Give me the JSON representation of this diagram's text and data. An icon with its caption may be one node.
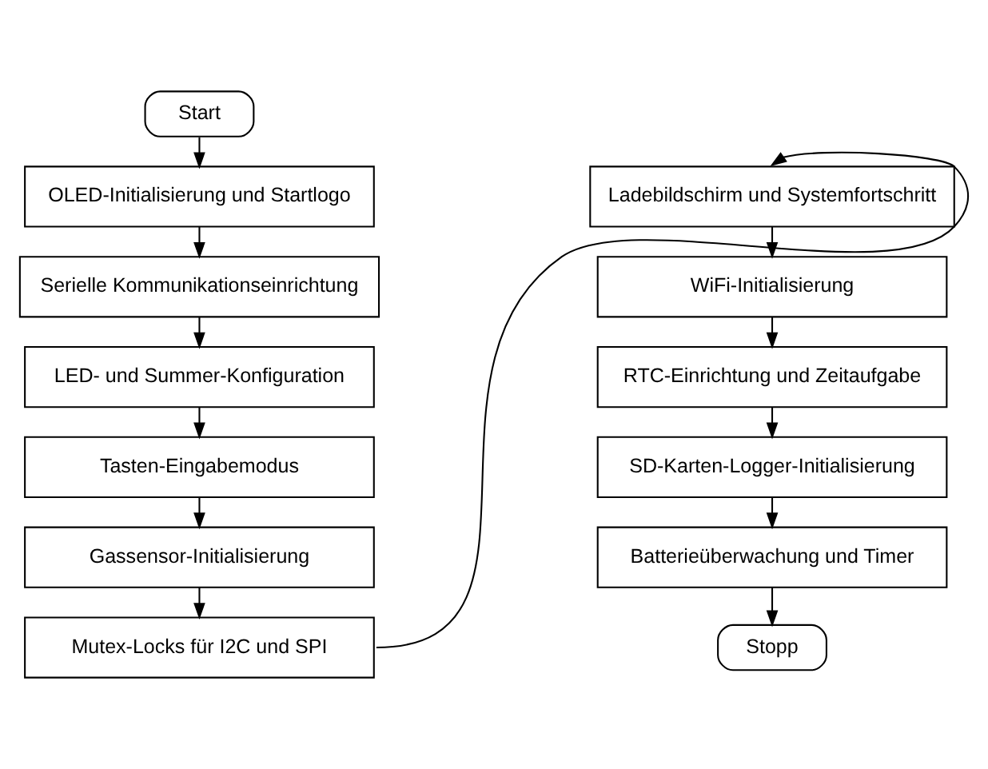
{
  "diagram": {
    "nodes": [
      {
        "text": [
          "Start"
        ]
      },
      {
        "text": [
          "OLED-Initialisierung und Startlogo"
        ]
      },
      {
        "text": [
          "Serielle Kommunikationseinrichtung"
        ]
      },
      {
        "text": [
          "LED- und Summer-Konfiguration"
        ]
      },
      {
        "text": [
          "Tasten-Eingabemodus"
        ]
      },
      {
        "text": [
          "Gassensor-Initialisierung"
        ]
      },
      {
        "text": [
          "Mutex-Locks für I2C und SPI"
        ]
      },
      {
        "text": [
          "Ladebildschirm und Systemfortschritt"
        ]
      },
      {
        "text": [
          "WiFi-Initialisierung"
        ]
      },
      {
        "text": [
          "RTC-Einrichtung und Zeitaufgabe"
        ]
      },
      {
        "text": [
          "SD-Karten-Logger-Initialisierung"
        ]
      },
      {
        "text": [
          "Batterieüberwachung und Timer"
        ]
      },
      {
        "text": [
          "Stopp"
        ]
      }
    ],
    "edges": [
      {
        "from": 0,
        "to": 1,
        "arrow": "to"
      },
      {
        "from": 1,
        "to": 2,
        "arrow": "to"
      },
      {
        "from": 2,
        "to": 3,
        "arrow": "to"
      },
      {
        "from": 3,
        "to": 4,
        "arrow": "to"
      },
      {
        "from": 4,
        "to": 5,
        "arrow": "to"
      },
      {
        "from": 5,
        "to": 6,
        "arrow": "to"
      },
      {
        "from": 6,
        "to": 7,
        "arrow": "to"
      },
      {
        "from": 7,
        "to": 8,
        "arrow": "to"
      },
      {
        "from": 8,
        "to": 9,
        "arrow": "to"
      },
      {
        "from": 9,
        "to": 10,
        "arrow": "to"
      },
      {
        "from": 10,
        "to": 11,
        "arrow": "to"
      },
      {
        "from": 11,
        "to": 12,
        "arrow": "to"
      }
    ]
  }
}
